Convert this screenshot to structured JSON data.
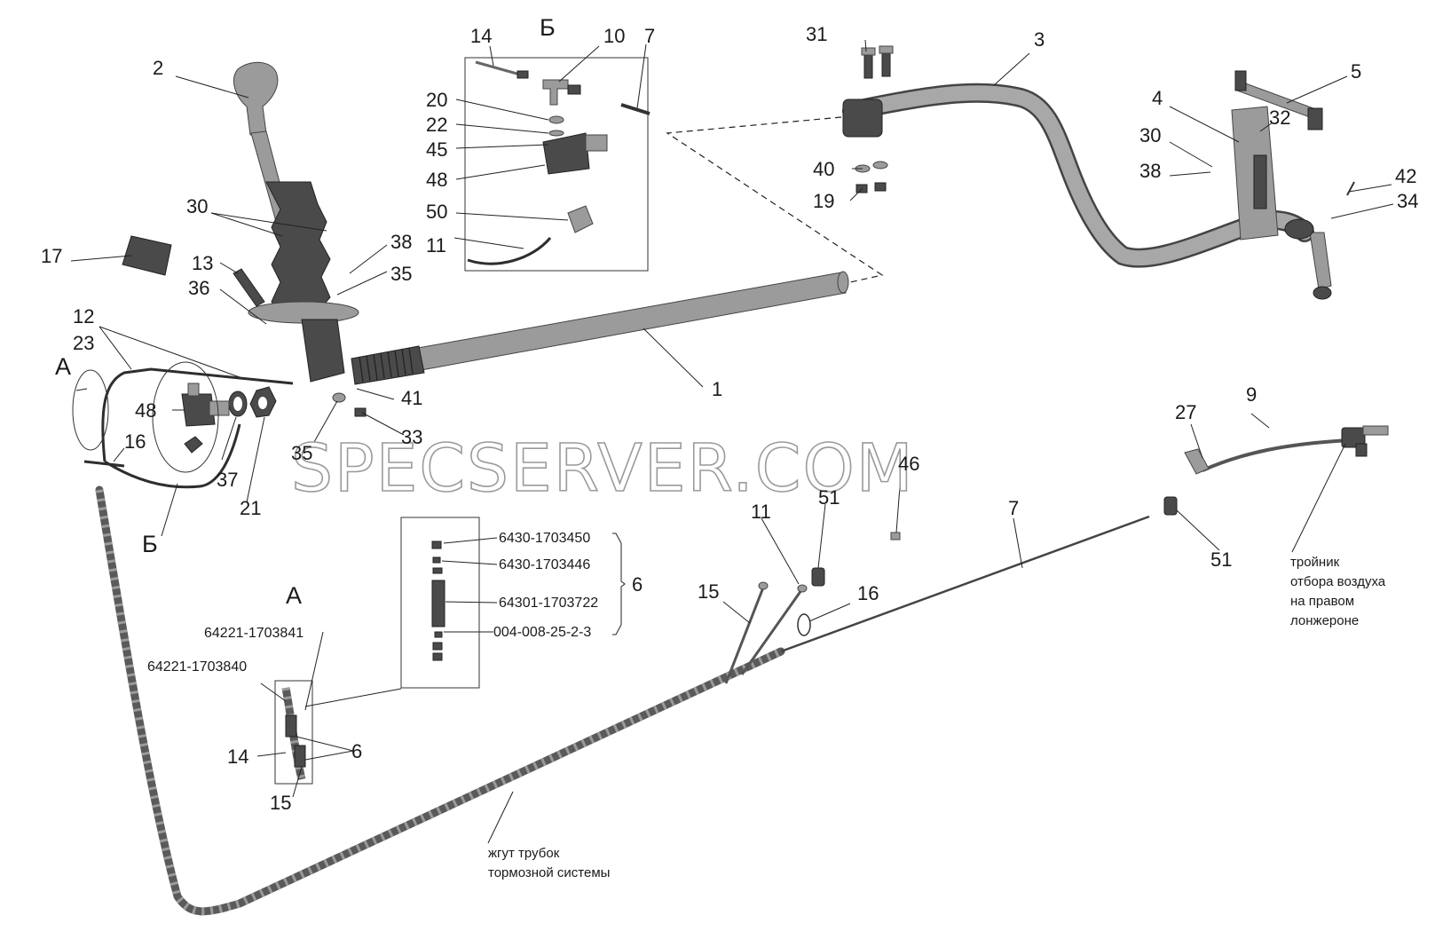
{
  "section_labels": {
    "A": "А",
    "B": "Б"
  },
  "numbers": {
    "n1": "1",
    "n2": "2",
    "n3": "3",
    "n4": "4",
    "n5": "5",
    "n6": "6",
    "n6b": "6",
    "n7_top": "7",
    "n7": "7",
    "n9": "9",
    "n10": "10",
    "n11_top": "11",
    "n11": "11",
    "n12": "12",
    "n13": "13",
    "n14_top": "14",
    "n14": "14",
    "n15": "15",
    "n15b": "15",
    "n16": "16",
    "n16b": "16",
    "n17": "17",
    "n19": "19",
    "n20": "20",
    "n21": "21",
    "n22": "22",
    "n23": "23",
    "n27": "27",
    "n30": "30",
    "n30b": "30",
    "n31": "31",
    "n32": "32",
    "n33": "33",
    "n34": "34",
    "n35": "35",
    "n35b": "35",
    "n36": "36",
    "n37": "37",
    "n38": "38",
    "n38b": "38",
    "n40": "40",
    "n41": "41",
    "n42": "42",
    "n45": "45",
    "n46": "46",
    "n48_top": "48",
    "n48": "48",
    "n50": "50",
    "n51": "51",
    "n51b": "51"
  },
  "kit_parts": [
    "6430-1703450",
    "6430-1703446",
    "64301-1703722",
    "004-008-25-2-3"
  ],
  "detail_parts": [
    "64221-1703841",
    "64221-1703840"
  ],
  "notes": {
    "tee_line1": "тройник",
    "tee_line2": "отбора воздуха",
    "tee_line3": "на правом",
    "tee_line4": "лонжероне",
    "harness_line1": "жгут трубок",
    "harness_line2": "тормозной системы"
  },
  "watermark": "SPECSERVER.COM"
}
